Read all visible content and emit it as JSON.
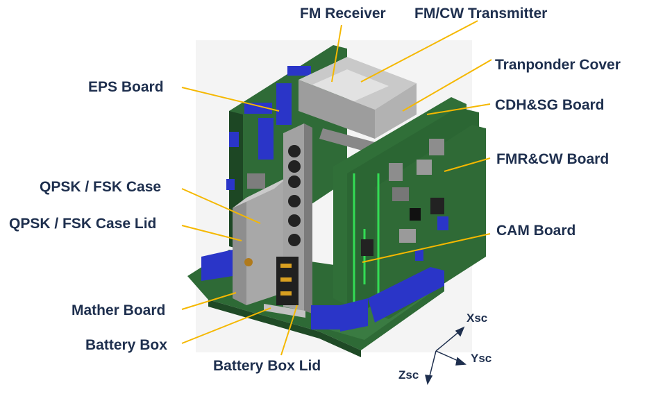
{
  "labels": {
    "fm_receiver": "FM Receiver",
    "fm_cw_transmitter": "FM/CW Transmitter",
    "transponder_cover": "Tranponder Cover",
    "eps_board": "EPS Board",
    "cdh_sg_board": "CDH&SG Board",
    "fmr_cw_board": "FMR&CW Board",
    "qpsk_fsk_case": "QPSK / FSK Case",
    "qpsk_fsk_case_lid": "QPSK / FSK Case Lid",
    "cam_board": "CAM Board",
    "mather_board": "Mather Board",
    "battery_box": "Battery Box",
    "battery_box_lid": "Battery Box Lid"
  },
  "axes": {
    "x": "Xsc",
    "y": "Ysc",
    "z": "Zsc"
  },
  "colors": {
    "label_text": "#1e2f4e",
    "leader_line": "#f5b800",
    "pcb_green": "#2d6b3a",
    "connector_blue": "#2a35c8",
    "metal_grey": "#b9b9b9",
    "axis_arrow": "#1e2f4e"
  }
}
